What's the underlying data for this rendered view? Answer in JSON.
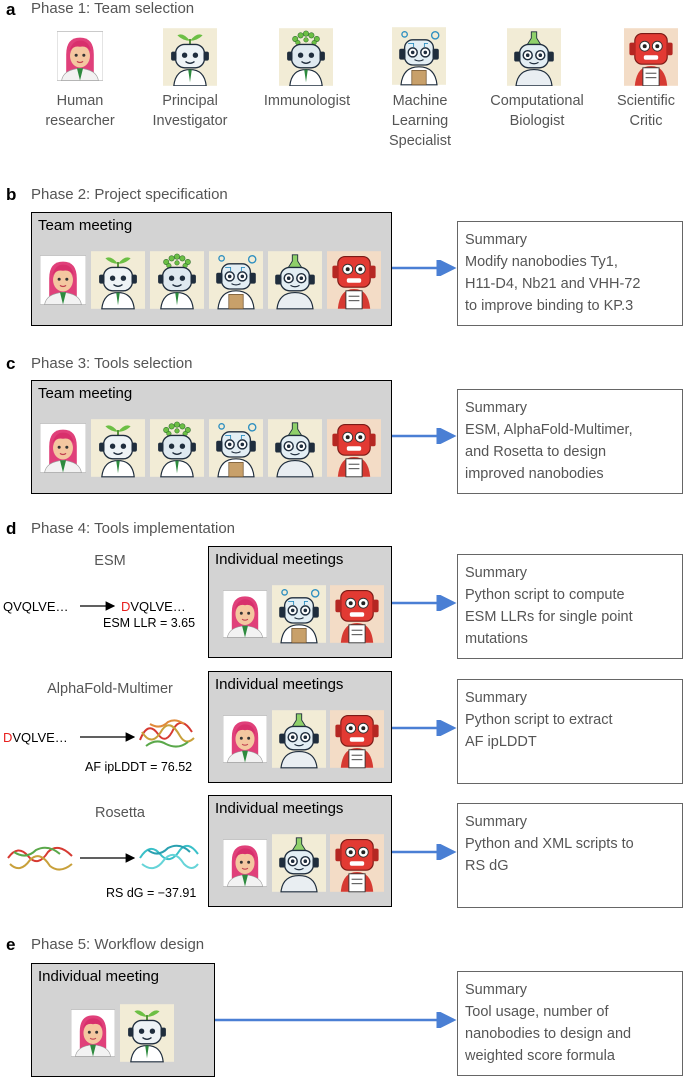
{
  "phases": {
    "p1": {
      "label": "a",
      "title": "Phase 1: Team selection"
    },
    "p2": {
      "label": "b",
      "title": "Phase 2: Project specification"
    },
    "p3": {
      "label": "c",
      "title": "Phase 3: Tools selection"
    },
    "p4": {
      "label": "d",
      "title": "Phase 4: Tools implementation"
    },
    "p5": {
      "label": "e",
      "title": "Phase 5: Workflow design"
    }
  },
  "team": [
    {
      "lines": [
        "Human",
        "researcher"
      ]
    },
    {
      "lines": [
        "Principal",
        "Investigator"
      ]
    },
    {
      "lines": [
        "Immunologist"
      ]
    },
    {
      "lines": [
        "Machine",
        "Learning",
        "Specialist"
      ]
    },
    {
      "lines": [
        "Computational",
        "Biologist"
      ]
    },
    {
      "lines": [
        "Scientific",
        "Critic"
      ]
    }
  ],
  "meetings": {
    "team": "Team meeting",
    "individual_plural": "Individual meetings",
    "individual_single": "Individual meeting"
  },
  "summaries": {
    "p2": [
      "Summary",
      "Modify nanobodies Ty1,",
      "H11-D4, Nb21 and VHH-72",
      "to improve binding to KP.3"
    ],
    "p3": [
      "Summary",
      "ESM, AlphaFold-Multimer,",
      "and Rosetta to design",
      "improved nanobodies"
    ],
    "esm": [
      "Summary",
      "Python script to compute",
      "ESM LLRs for single point",
      "mutations"
    ],
    "af": [
      "Summary",
      "Python script to extract",
      "AF ipLDDT"
    ],
    "rosetta": [
      "Summary",
      "Python and XML scripts to",
      "RS dG"
    ],
    "p5": [
      "Summary",
      "Tool usage, number of",
      "nanobodies to design and",
      "weighted score formula"
    ]
  },
  "tools": {
    "esm": {
      "name": "ESM",
      "input": "QVQLVE…",
      "out_mut": "D",
      "out_rest": "VQLVE…",
      "metric": "ESM LLR = 3.65"
    },
    "af": {
      "name": "AlphaFold-Multimer",
      "in_mut": "D",
      "in_rest": "VQLVE…",
      "metric": "AF ipLDDT = 76.52"
    },
    "rosetta": {
      "name": "Rosetta",
      "metric": "RS dG = −37.91"
    }
  },
  "colors": {
    "arrow": "#4a7fd4",
    "meeting_bg": "#d3d3d3",
    "mutation": "#e8201e"
  }
}
